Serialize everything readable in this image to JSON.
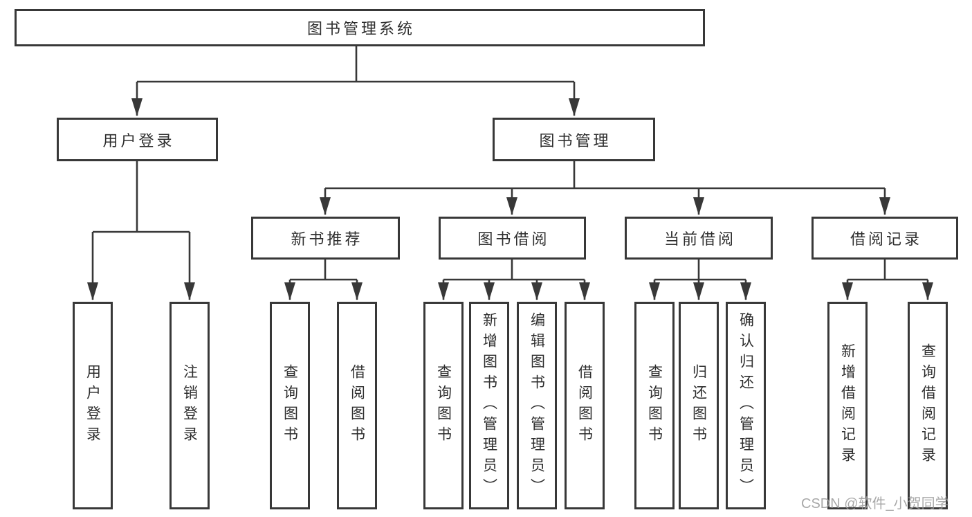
{
  "tree": {
    "label": "图书管理系统",
    "children": [
      {
        "label": "用户登录",
        "children": [
          {
            "label": "用户登录"
          },
          {
            "label": "注销登录"
          }
        ]
      },
      {
        "label": "图书管理",
        "children": [
          {
            "label": "新书推荐",
            "children": [
              {
                "label": "查询图书"
              },
              {
                "label": "借阅图书"
              }
            ]
          },
          {
            "label": "图书借阅",
            "children": [
              {
                "label": "查询图书"
              },
              {
                "label": "新增图书（管理员）"
              },
              {
                "label": "编辑图书（管理员）"
              },
              {
                "label": "借阅图书"
              }
            ]
          },
          {
            "label": "当前借阅",
            "children": [
              {
                "label": "查询图书"
              },
              {
                "label": "归还图书"
              },
              {
                "label": "确认归还（管理员）"
              }
            ]
          },
          {
            "label": "借阅记录",
            "children": [
              {
                "label": "新增借阅记录"
              },
              {
                "label": "查询借阅记录"
              }
            ]
          }
        ]
      }
    ]
  },
  "watermark": "CSDN @软件_小贺同学",
  "colors": {
    "line": "#383838",
    "text": "#2e2e2e",
    "background": "#ffffff",
    "watermark": "#9a9a9a"
  }
}
